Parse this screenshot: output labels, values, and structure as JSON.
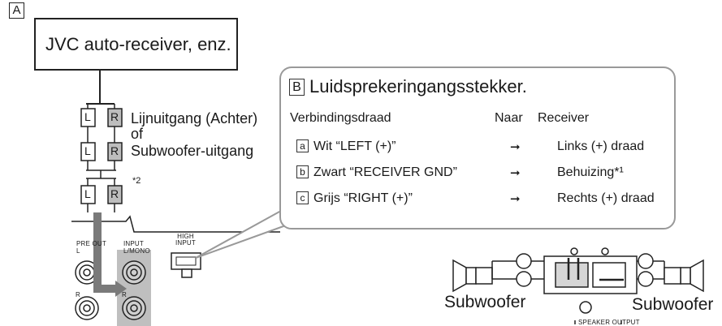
{
  "panel_label": "A",
  "receiver": "JVC auto-receiver, enz.",
  "connector_letters": {
    "left": "L",
    "right": "R"
  },
  "line_output": "Lijnuitgang (Achter)",
  "or": "of",
  "subwoofer_output": "Subwoofer-uitgang",
  "footnote2": "*2",
  "amp_labels": {
    "pre_out": "PRE OUT",
    "pre_out_l": "L",
    "pre_out_r": "R",
    "input": "INPUT",
    "input_l": "L/MONO",
    "input_r": "R",
    "high_input": "HIGH\nINPUT"
  },
  "callout": {
    "label": "B",
    "title": "Luidsprekeringangsstekker.",
    "col_wire": "Verbindingsdraad",
    "col_to": "Naar",
    "col_receiver": "Receiver",
    "rows": [
      {
        "letter": "a",
        "wire": "Wit “LEFT (+)”",
        "arrow": "➞",
        "target": "Links (+) draad"
      },
      {
        "letter": "b",
        "wire": "Zwart “RECEIVER GND”",
        "arrow": "➞",
        "target": "Behuizing*¹"
      },
      {
        "letter": "c",
        "wire": "Grijs “RIGHT (+)”",
        "arrow": "➞",
        "target": "Rechts (+) draad"
      }
    ]
  },
  "speaker_output": {
    "subwoofer_left": "Subwoofer",
    "subwoofer_right": "Subwoofer",
    "label": "SPEAKER OUTPUT",
    "plus": "⊕",
    "minus": "⊖"
  }
}
